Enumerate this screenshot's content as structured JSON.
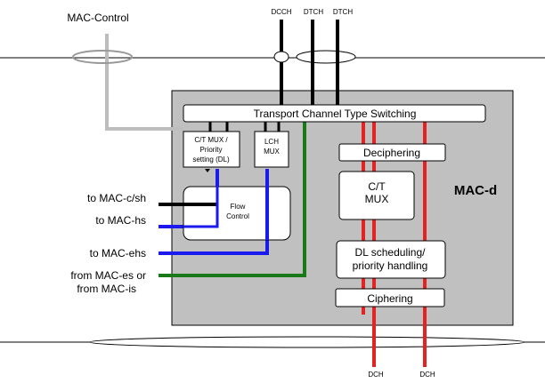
{
  "labels": {
    "mac_control": "MAC-Control",
    "dcch": "DCCH",
    "dtch_1": "DTCH",
    "dtch_2": "DTCH",
    "tcts": "Transport Channel Type Switching",
    "ct_mux_prio_1": "C/T MUX /",
    "ct_mux_prio_2": "Priority",
    "ct_mux_prio_3": "setting (DL)",
    "lch_mux_1": "LCH",
    "lch_mux_2": "MUX",
    "deciphering": "Deciphering",
    "ct_mux_1": "C/T",
    "ct_mux_2": "MUX",
    "mac_d": "MAC-d",
    "flow_control_1": "Flow",
    "flow_control_2": "Control",
    "to_mac_csh": "to MAC-c/sh",
    "to_mac_hs": "to MAC-hs",
    "to_mac_ehs": "to MAC-ehs",
    "from_mac_es_1": "from MAC-es or",
    "from_mac_es_2": "from MAC-is",
    "dl_sched_1": "DL scheduling/",
    "dl_sched_2": "priority handling",
    "ciphering": "Ciphering",
    "dch_1": "DCH",
    "dch_2": "DCH"
  },
  "colors": {
    "macd_fill": "#c0c0c0",
    "grey_line": "#bdbdbd",
    "red_line": "#e52222",
    "blue_line": "#1a1aee",
    "green_line": "#1a7a1a",
    "black_line": "#000000"
  }
}
